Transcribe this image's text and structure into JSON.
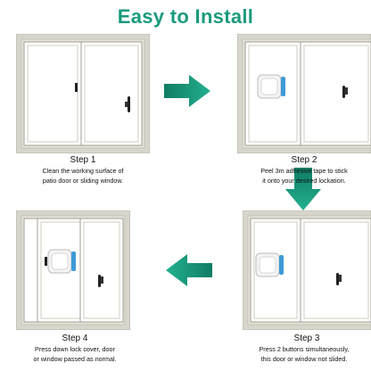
{
  "title": "Easy to Install",
  "colors": {
    "accent": "#1a9b7d",
    "frame": "#d8d6cc",
    "frame_dark": "#b9b6aa",
    "glass": "#ffffff"
  },
  "steps": [
    {
      "label": "Step 1",
      "text_lines": [
        "Clean the working surface of",
        "patio door or sliding window."
      ]
    },
    {
      "label": "Step 2",
      "text_lines": [
        "Peel 3m adhesive tape to stick",
        "it onto your desired lockation."
      ]
    },
    {
      "label": "Step 3",
      "text_lines": [
        "Press 2 buttons simultaneously,",
        "this door or window not slided."
      ]
    },
    {
      "label": "Step 4",
      "text_lines": [
        "Press down lock cover, door",
        "or window passed as normal."
      ]
    }
  ],
  "icons": {
    "arrow_right": "arrow-right-icon",
    "arrow_down": "arrow-down-icon",
    "arrow_left": "arrow-left-icon"
  }
}
